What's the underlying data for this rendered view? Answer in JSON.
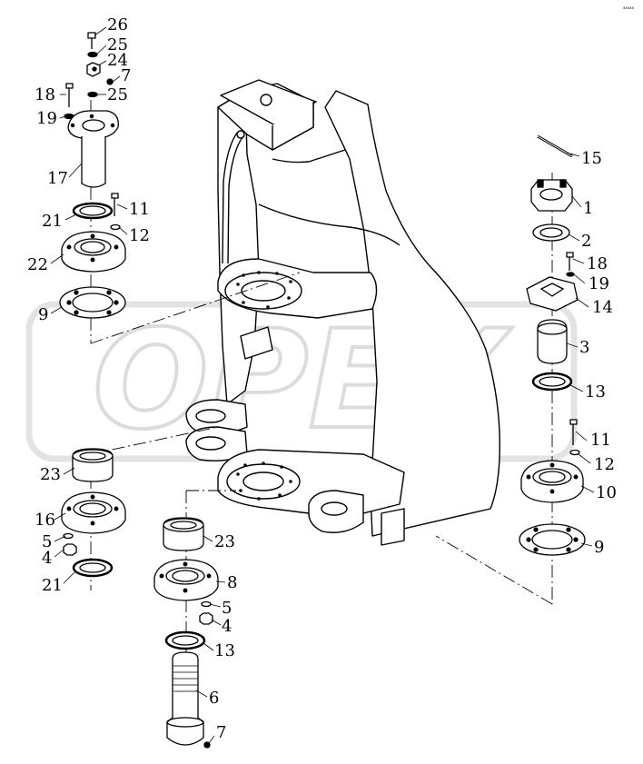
{
  "watermark": {
    "text": "OPEX",
    "color": "#e3e3e3"
  },
  "corner_code": "xxxxx",
  "colors": {
    "ink": "#000000",
    "paper": "#ffffff"
  },
  "callouts": [
    {
      "id": "c26a",
      "text": "26"
    },
    {
      "id": "c25a",
      "text": "25"
    },
    {
      "id": "c24",
      "text": "24"
    },
    {
      "id": "c7a",
      "text": "7"
    },
    {
      "id": "c18a",
      "text": "18"
    },
    {
      "id": "c25b",
      "text": "25"
    },
    {
      "id": "c19a",
      "text": "19"
    },
    {
      "id": "c17",
      "text": "17"
    },
    {
      "id": "c11a",
      "text": "11"
    },
    {
      "id": "c21a",
      "text": "21"
    },
    {
      "id": "c12a",
      "text": "12"
    },
    {
      "id": "c22",
      "text": "22"
    },
    {
      "id": "c9a",
      "text": "9"
    },
    {
      "id": "c15",
      "text": "15"
    },
    {
      "id": "c1",
      "text": "1"
    },
    {
      "id": "c2",
      "text": "2"
    },
    {
      "id": "c18b",
      "text": "18"
    },
    {
      "id": "c19b",
      "text": "19"
    },
    {
      "id": "c14",
      "text": "14"
    },
    {
      "id": "c3",
      "text": "3"
    },
    {
      "id": "c13a",
      "text": "13"
    },
    {
      "id": "c11b",
      "text": "11"
    },
    {
      "id": "c12b",
      "text": "12"
    },
    {
      "id": "c10",
      "text": "10"
    },
    {
      "id": "c9b",
      "text": "9"
    },
    {
      "id": "c23a",
      "text": "23"
    },
    {
      "id": "c16",
      "text": "16"
    },
    {
      "id": "c5a",
      "text": "5"
    },
    {
      "id": "c4a",
      "text": "4"
    },
    {
      "id": "c21b",
      "text": "21"
    },
    {
      "id": "c23b",
      "text": "23"
    },
    {
      "id": "c8",
      "text": "8"
    },
    {
      "id": "c5b",
      "text": "5"
    },
    {
      "id": "c4b",
      "text": "4"
    },
    {
      "id": "c13b",
      "text": "13"
    },
    {
      "id": "c6",
      "text": "6"
    },
    {
      "id": "c7b",
      "text": "7"
    }
  ]
}
